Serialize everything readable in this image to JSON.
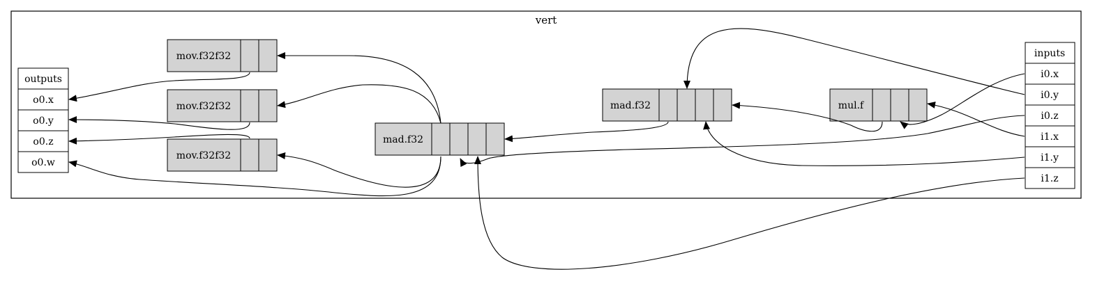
{
  "cluster": {
    "label": "vert"
  },
  "outputs": {
    "header": "outputs",
    "ports": [
      "o0.x",
      "o0.y",
      "o0.z",
      "o0.w"
    ]
  },
  "inputs": {
    "header": "inputs",
    "ports": [
      "i0.x",
      "i0.y",
      "i0.z",
      "i1.x",
      "i1.y",
      "i1.z"
    ]
  },
  "ops": [
    {
      "id": "mov1",
      "label": "mov.f32f32"
    },
    {
      "id": "mov2",
      "label": "mov.f32f32"
    },
    {
      "id": "mov3",
      "label": "mov.f32f32"
    },
    {
      "id": "mad_left",
      "label": "mad.f32"
    },
    {
      "id": "mad_right",
      "label": "mad.f32"
    },
    {
      "id": "mul",
      "label": "mul.f"
    }
  ],
  "colors": {
    "node_fill": "#d3d3d3",
    "stroke": "#000000",
    "background": "#ffffff"
  }
}
